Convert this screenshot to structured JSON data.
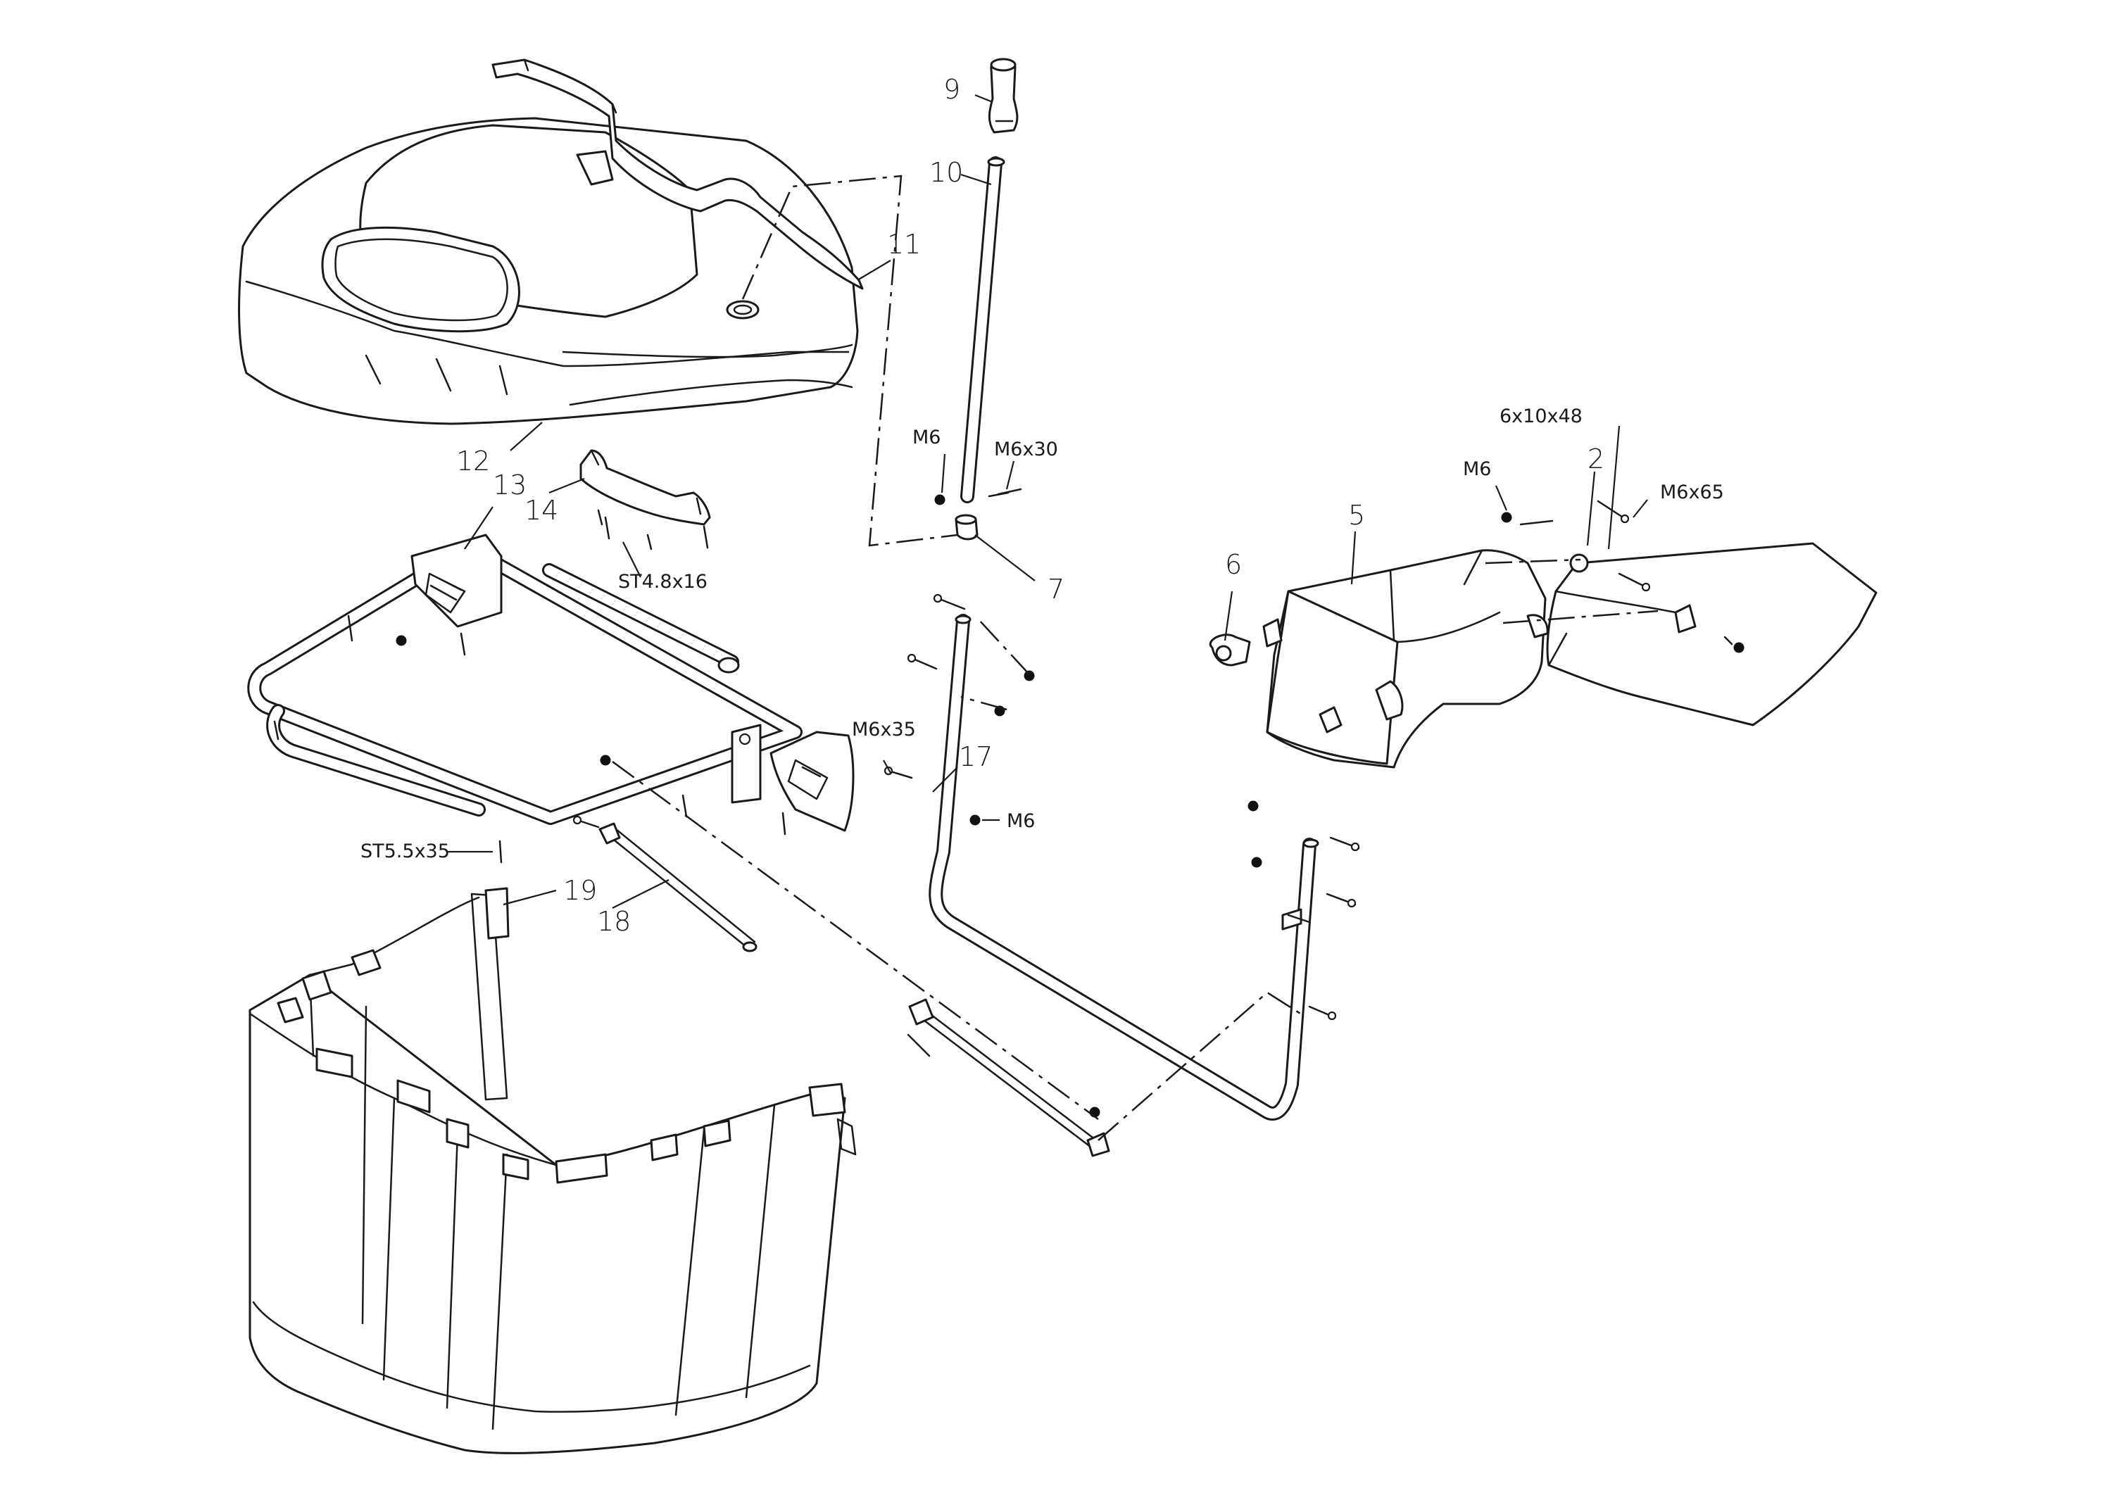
{
  "callouts": {
    "p2": "2",
    "p5": "5",
    "p6": "6",
    "p7": "7",
    "p9": "9",
    "p10": "10",
    "p11": "11",
    "p12": "12",
    "p13": "13",
    "p14": "14",
    "p17": "17",
    "p18": "18",
    "p19": "19"
  },
  "hardware": {
    "m6_upper": "M6",
    "m6x30": "M6x30",
    "st4_8x16": "ST4.8x16",
    "m6x35": "M6x35",
    "m6_middle": "M6",
    "st5_5x35": "ST5.5x35",
    "m6_right": "M6",
    "h6x10x48": "6x10x48",
    "m6x65": "M6x65"
  }
}
